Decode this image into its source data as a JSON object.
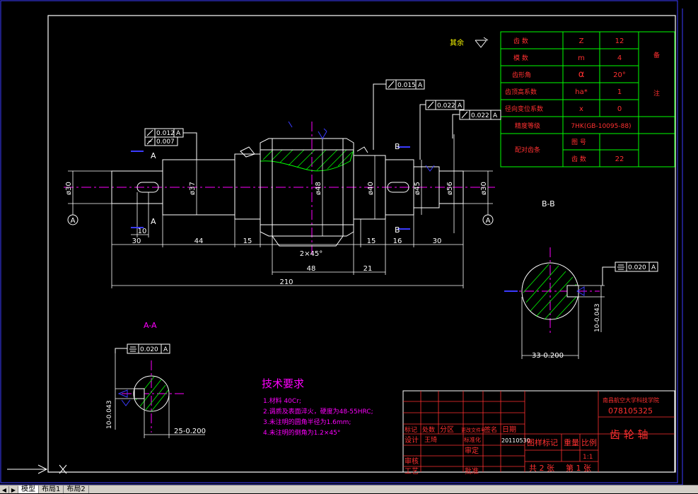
{
  "surface_finish_note": "其余",
  "gear_table": [
    {
      "name": "齿 数",
      "symbol": "Z",
      "value": "12"
    },
    {
      "name": "模 数",
      "symbol": "m",
      "value": "4"
    },
    {
      "name": "齿形角",
      "symbol": "α",
      "value": "20°"
    },
    {
      "name": "齿顶高系数",
      "symbol": "ha*",
      "value": "1"
    },
    {
      "name": "径向变位系数",
      "symbol": "x",
      "value": "0"
    }
  ],
  "precision_label": "精度等级",
  "precision_value": "7HK(GB-10095-88)",
  "mating_label": "配对齿条",
  "mating_drawing_label": "图 号",
  "mating_teeth_label": "齿 数",
  "mating_teeth_value": "22",
  "remarks_label_1": "备",
  "remarks_label_2": "注",
  "tolerances": {
    "runout_1": "0.015",
    "runout_2": "0.022",
    "runout_3": "0.022",
    "runout_left": "0.012",
    "cyl_left": "0.007",
    "datum": "A",
    "sym_bb": "0.020",
    "sym_aa": "0.020"
  },
  "dims": {
    "d30_left": "ø30",
    "d37": "ø37",
    "d48": "ø48",
    "d40": "ø40",
    "d45": "ø45",
    "d56": "ø56",
    "d30_right": "ø30",
    "l30": "30",
    "l44": "44",
    "l15a": "15",
    "l48": "48",
    "l21": "21",
    "l15b": "15",
    "l16": "16",
    "l30b": "30",
    "l210": "210",
    "l10": "10",
    "chamfer": "2×45°",
    "bb_width": "33-0.200",
    "bb_depth": "10-0.043",
    "aa_width": "25-0.200",
    "aa_depth": "10-0.043"
  },
  "section_labels": {
    "a": "A",
    "b": "B",
    "aa": "A-A",
    "bb": "B-B",
    "datum_circle": "A"
  },
  "tech_title": "技术要求",
  "tech_notes": [
    "1.材料 40Cr;",
    "2.调质及表面淬火，硬度为48-55HRC;",
    "3.未注明的圆角半径为1.6mm;",
    "4.未注明的倒角为1.2×45°"
  ],
  "title_block": {
    "school": "南昌航空大学科技学院",
    "student_no": "078105325",
    "part_name": "齿 轮 轴",
    "mark": "标记",
    "qty": "处数",
    "zone": "分区",
    "doc_no": "更改文件号",
    "sign": "签名",
    "date": "日期",
    "design": "设计",
    "designer": "王琦",
    "standardize": "标准化",
    "date_value": "20110530",
    "drawing_mark": "图样标记",
    "weight": "重量",
    "scale": "比例",
    "scale_value": "1:1",
    "review": "审核",
    "check": "审定",
    "craft": "工艺",
    "approve": "批准",
    "sheets": "共 2 张",
    "sheet_no": "第 1 张"
  },
  "tabs": [
    "模型",
    "布局1",
    "布局2"
  ]
}
